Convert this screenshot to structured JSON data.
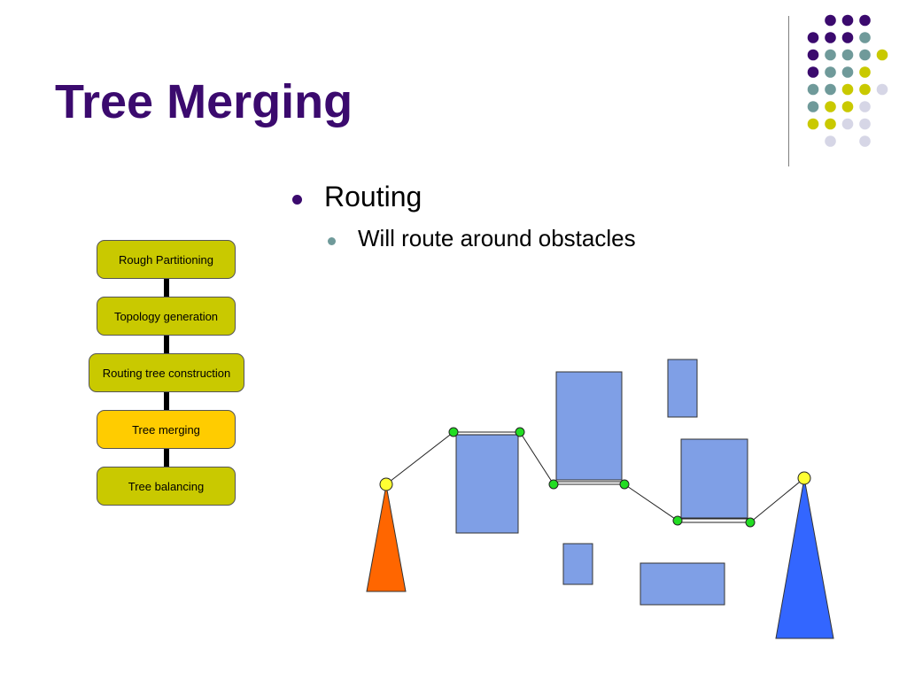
{
  "slide": {
    "title": "Tree Merging",
    "bullets": [
      {
        "text": "Routing",
        "sub": [
          {
            "text": "Will route around obstacles"
          }
        ]
      }
    ]
  },
  "flow": {
    "steps": [
      {
        "label": "Rough Partitioning",
        "active": false
      },
      {
        "label": "Topology generation",
        "active": false
      },
      {
        "label": "Routing tree construction",
        "active": false
      },
      {
        "label": "Tree merging",
        "active": true
      },
      {
        "label": "Tree balancing",
        "active": false
      }
    ]
  },
  "colors": {
    "title": "#3b0a6e",
    "box_fill": "#c9c900",
    "box_active": "#ffcc00",
    "obstacle": "#7f9fe6",
    "left_tree": "#ff6600",
    "right_tree": "#3366ff",
    "endpoint": "#ffff33",
    "waypoint": "#22dd22"
  }
}
